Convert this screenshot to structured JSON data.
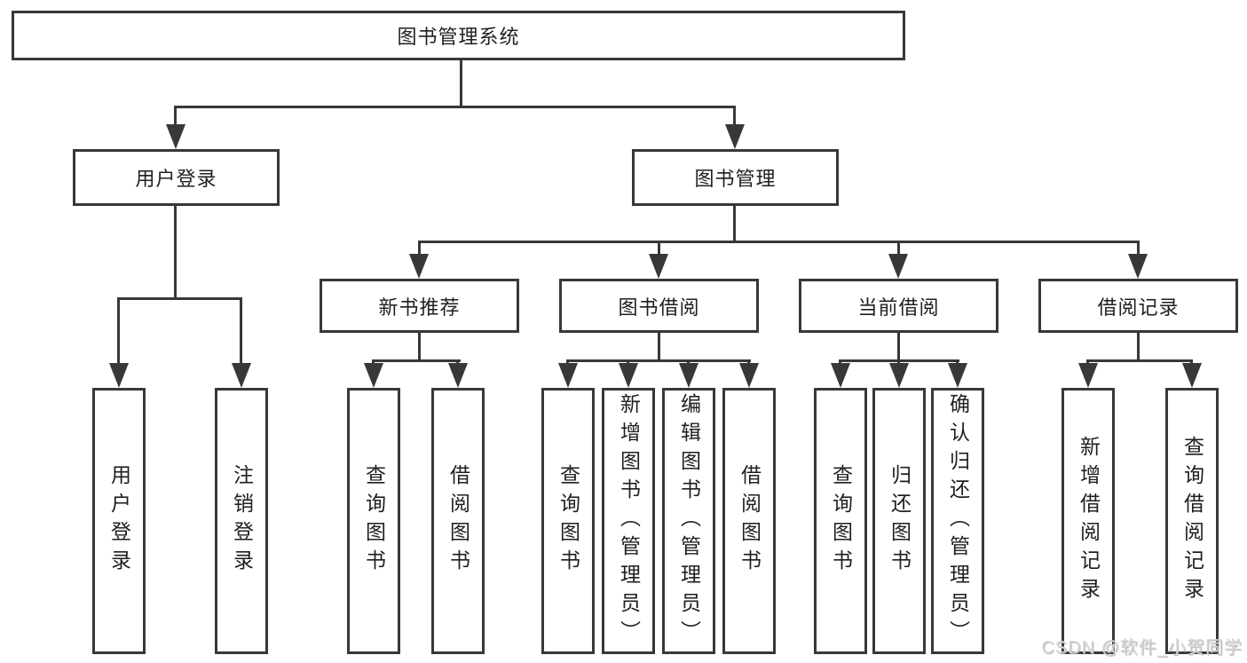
{
  "colors": {
    "line": "#383838",
    "text": "#1f1f1f",
    "background": "#ffffff",
    "watermark": "#d6d6d6"
  },
  "watermark": {
    "text": "CSDN @软件_小贺同学"
  },
  "diagram": {
    "root": {
      "label": "图书管理系统"
    },
    "branches": [
      {
        "label": "用户登录",
        "children": [
          {
            "label": "用户登录"
          },
          {
            "label": "注销登录"
          }
        ]
      },
      {
        "label": "图书管理",
        "groups": [
          {
            "label": "新书推荐",
            "children": [
              {
                "label": "查询图书"
              },
              {
                "label": "借阅图书"
              }
            ]
          },
          {
            "label": "图书借阅",
            "children": [
              {
                "label": "查询图书"
              },
              {
                "label": "新增图书（管理员）"
              },
              {
                "label": "编辑图书（管理员）"
              },
              {
                "label": "借阅图书"
              }
            ]
          },
          {
            "label": "当前借阅",
            "children": [
              {
                "label": "查询图书"
              },
              {
                "label": "归还图书"
              },
              {
                "label": "确认归还（管理员）"
              }
            ]
          },
          {
            "label": "借阅记录",
            "children": [
              {
                "label": "新增借阅记录"
              },
              {
                "label": "查询借阅记录"
              }
            ]
          }
        ]
      }
    ]
  }
}
